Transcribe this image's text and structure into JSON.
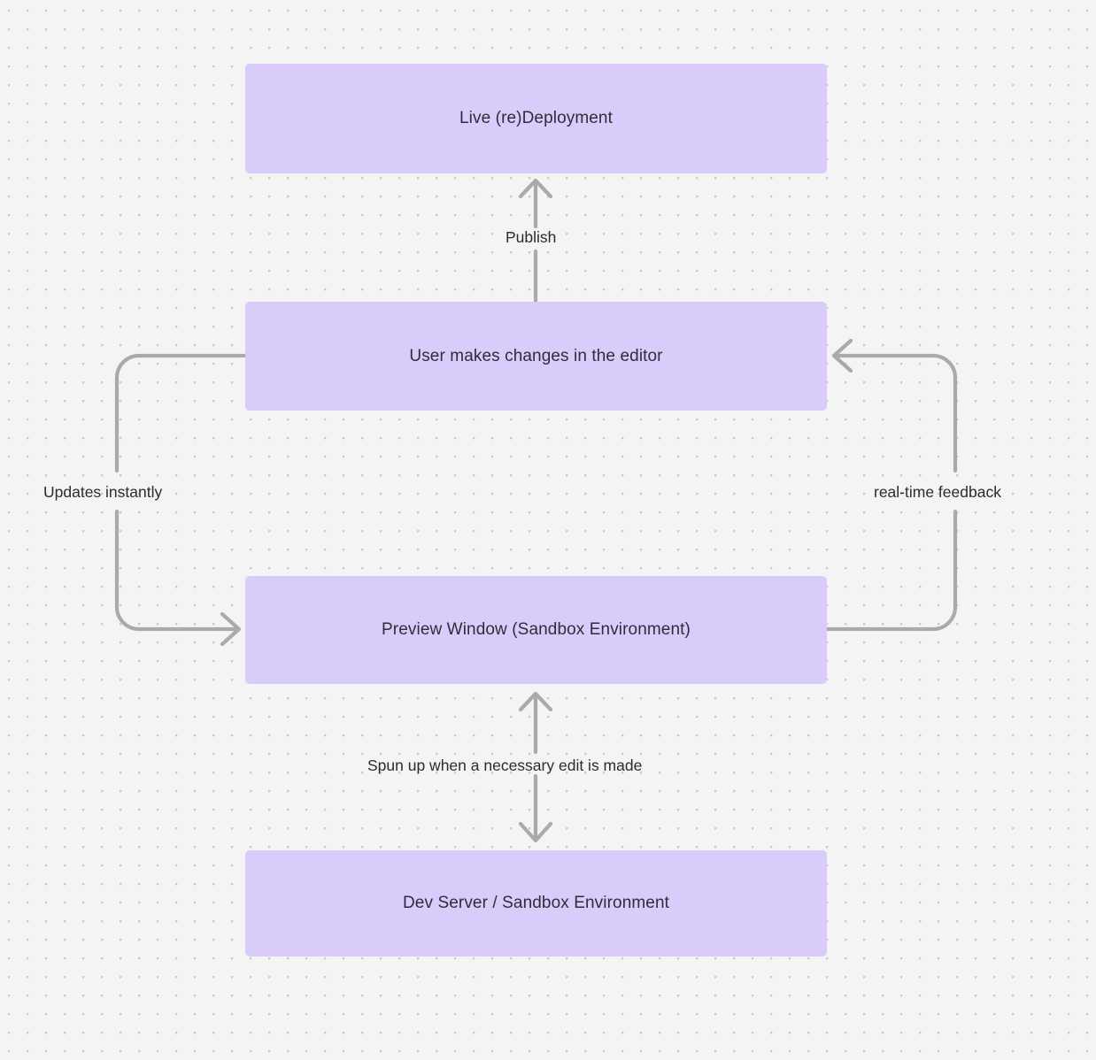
{
  "diagram": {
    "type": "flowchart",
    "background_color": "#f4f4f5",
    "dot_grid_color": "#c9c9cc",
    "node_fill_color": "#d9ccfa",
    "node_text_color": "#2e2e38",
    "edge_color": "#aaaaaa",
    "edge_label_color": "#2b2b33",
    "nodes": [
      {
        "id": "live",
        "label": "Live (re)Deployment"
      },
      {
        "id": "editor",
        "label": "User makes changes in the editor"
      },
      {
        "id": "preview",
        "label": "Preview Window (Sandbox Environment)"
      },
      {
        "id": "devserver",
        "label": "Dev Server / Sandbox Environment"
      }
    ],
    "edges": [
      {
        "id": "publish",
        "from": "editor",
        "to": "live",
        "label": "Publish",
        "direction": "up"
      },
      {
        "id": "updates",
        "from": "editor",
        "to": "preview",
        "label": "Updates instantly",
        "direction": "left-loop"
      },
      {
        "id": "realtime",
        "from": "preview",
        "to": "editor",
        "label": "real-time feedback",
        "direction": "right-loop"
      },
      {
        "id": "spun",
        "from": "preview",
        "to": "devserver",
        "label": "Spun up when a necessary edit is made",
        "direction": "bidirectional"
      }
    ]
  }
}
